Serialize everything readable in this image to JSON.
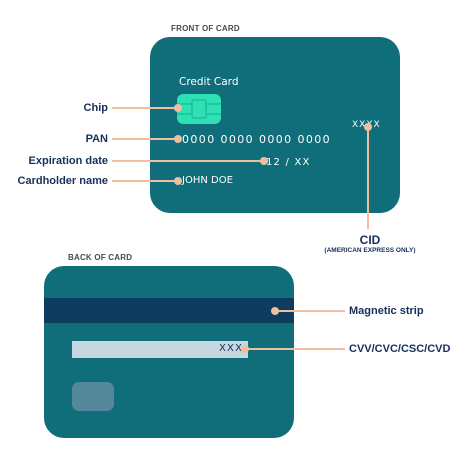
{
  "colors": {
    "card": "#0f6e7a",
    "magnetic_strip": "#0e3c5e",
    "chip": "#2ee0b4",
    "leader_line": "#f0bf9f",
    "label_text": "#16305a"
  },
  "front": {
    "section_label": "FRONT OF CARD",
    "card_type": "Credit Card",
    "pan": "0000  0000  0000  0000",
    "cid": "XXXX",
    "expiry": "12 / XX",
    "holder": "JOHN DOE"
  },
  "back": {
    "section_label": "BACK OF CARD",
    "cvv": "XXX"
  },
  "callouts": {
    "chip": "Chip",
    "pan": "PAN",
    "expiration": "Expiration date",
    "holder": "Cardholder name",
    "cid": "CID",
    "cid_note": "(AMERICAN EXPRESS ONLY)",
    "magnetic": "Magnetic strip",
    "cvv": "CVV/CVC/CSC/CVD"
  }
}
